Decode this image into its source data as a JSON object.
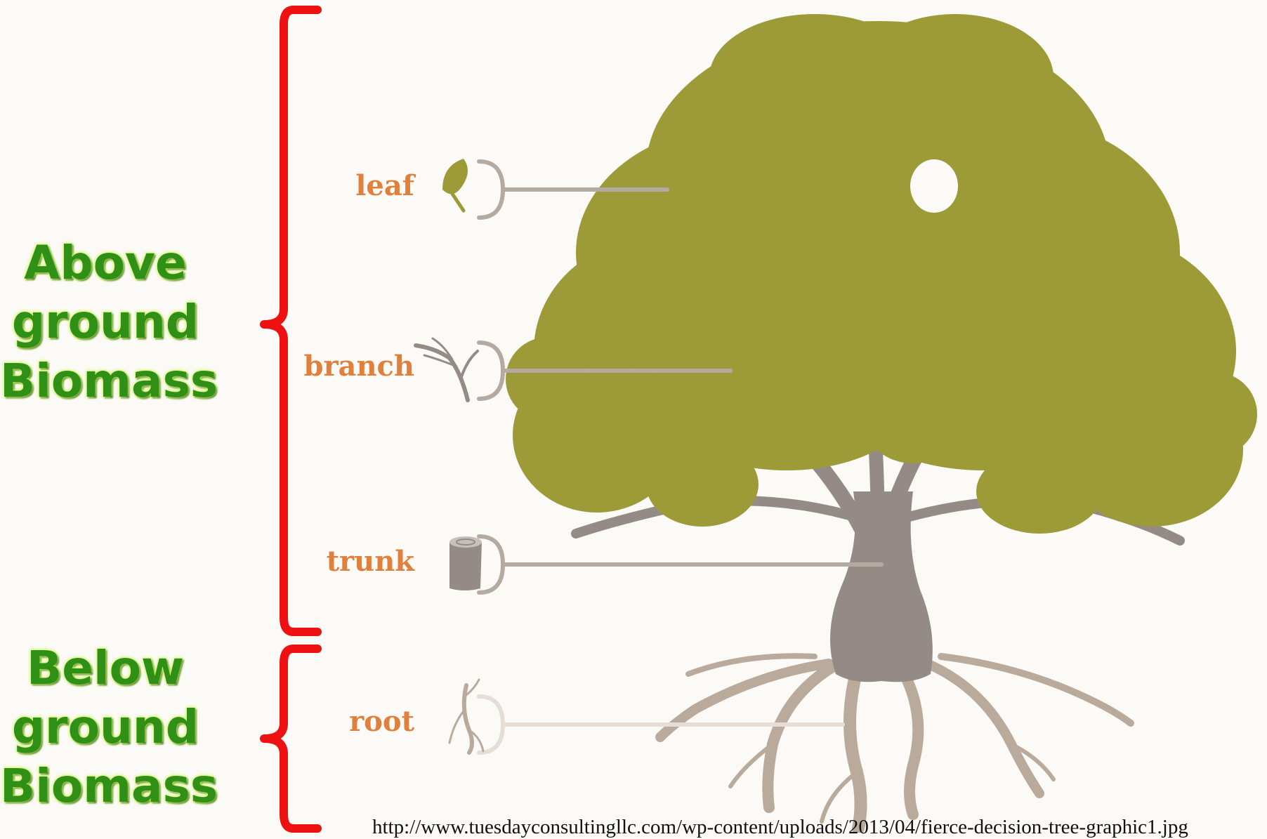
{
  "groups": {
    "above": {
      "lines": [
        "Above",
        "ground",
        "Biomass"
      ]
    },
    "below": {
      "lines": [
        "Below",
        "ground",
        "Biomass"
      ]
    }
  },
  "parts": [
    {
      "id": "leaf",
      "label": "leaf"
    },
    {
      "id": "branch",
      "label": "branch"
    },
    {
      "id": "trunk",
      "label": "trunk"
    },
    {
      "id": "root",
      "label": "root"
    }
  ],
  "source_url": "http://www.tuesdayconsultingllc.com/wp-content/uploads/2013/04/fierce-decision-tree-graphic1.jpg",
  "colors": {
    "background": "#fbfaf6",
    "brace": "#ee1111",
    "label_text": "#e0803c",
    "group_text": "#2f8f17",
    "foliage": "#9c9b38",
    "trunk": "#958b86",
    "roots": "#b9aa9c",
    "connector": "#b5aaa1"
  },
  "icons": [
    "leaf-icon",
    "branch-icon",
    "trunk-icon",
    "root-icon"
  ]
}
